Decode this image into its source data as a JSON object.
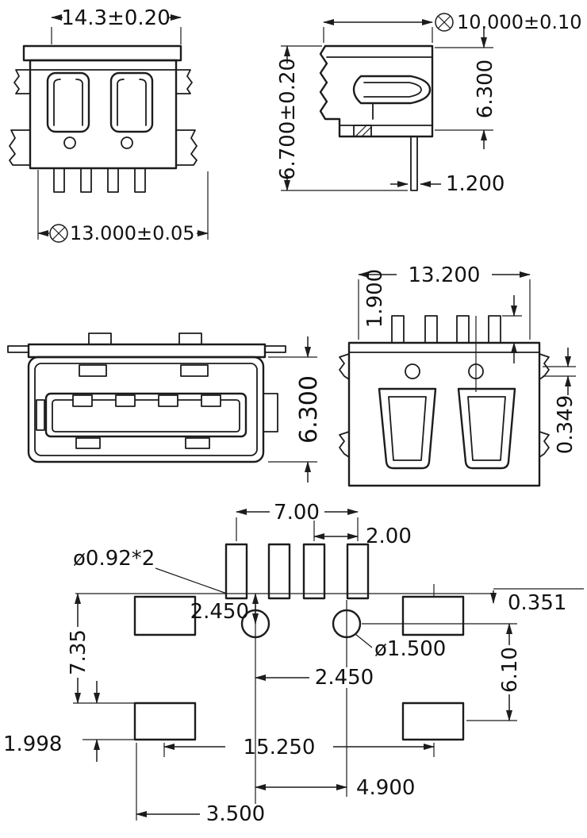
{
  "views": {
    "front_perspective": {
      "dim_shell_width": "14.3±0.20",
      "dim_mount_span": "13.000±0.05"
    },
    "side": {
      "dim_depth": "10.000±0.10",
      "dim_shell_height": "6.300",
      "dim_overall_height": "6.700±0.20",
      "dim_pin_offset": "1.200"
    },
    "front_face": {
      "dim_shell_height": "6.300"
    },
    "bottom": {
      "dim_shell_width": "13.200",
      "dim_pin_length": "1.900",
      "dim_edge_offset": "0.349"
    },
    "footprint": {
      "dim_pin_span": "7.00",
      "dim_pin_pitch": "2.00",
      "dim_pin_hole": "ø0.92*2",
      "dim_row_to_hole": "2.450",
      "dim_edge_offset": "0.351",
      "dim_side_height": "7.35",
      "dim_mount_hole": "ø1.500",
      "dim_hole_offset": "2.450",
      "dim_right_height": "6.10",
      "dim_pad_height": "1.998",
      "dim_pad_span": "15.250",
      "dim_hole_span": "4.900",
      "dim_left_span": "3.500"
    }
  },
  "icons": {
    "crossed_circle": "⊗"
  },
  "colors": {
    "line": "#1c1c1c",
    "text": "#121212",
    "background": "#ffffff"
  }
}
